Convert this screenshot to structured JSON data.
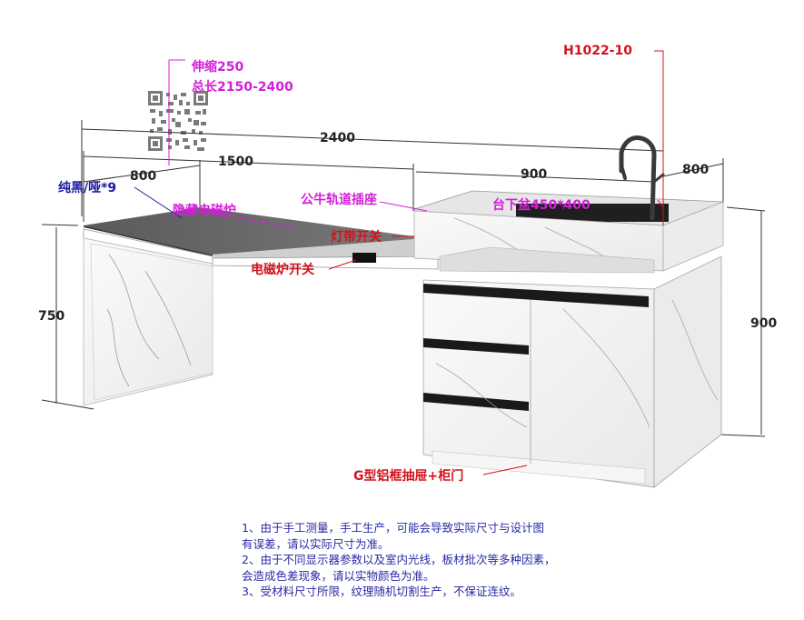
{
  "dimensions": {
    "total": "2400",
    "left_section": "1500",
    "left_depth": "800",
    "right_section": "900",
    "right_depth": "800",
    "left_height": "750",
    "right_height": "900"
  },
  "callouts": {
    "extend": "伸缩250",
    "total_length": "总长2150-2400",
    "faucet": "H1022-10",
    "finish": "纯黑/哑*9",
    "hidden_cooktop": "隐藏电磁炉",
    "rail_socket": "公牛轨道插座",
    "sink": "台下盆450*400",
    "light_switch": "灯带开关",
    "cooktop_switch": "电磁炉开关",
    "drawer": "G型铝框抽屉+柜门"
  },
  "notes": [
    "1、由于手工测量，手工生产，可能会导致实际尺寸与设计图",
    "有误差，请以实际尺寸为准。",
    "2、由于不同显示器参数以及室内光线，板材批次等多种因素，",
    "会造成色差现象，请以实物颜色为准。",
    "3、受材料尺寸所限，纹理随机切割生产，不保证连纹。"
  ],
  "colors": {
    "dimension": "#222222",
    "magenta": "#d21fd8",
    "red": "#d4121b",
    "navy": "#1a1aa3",
    "marble": "#f3f3f3",
    "slab": "#6a6a6a"
  },
  "icons": [
    "qr-code-icon",
    "faucet-icon"
  ]
}
